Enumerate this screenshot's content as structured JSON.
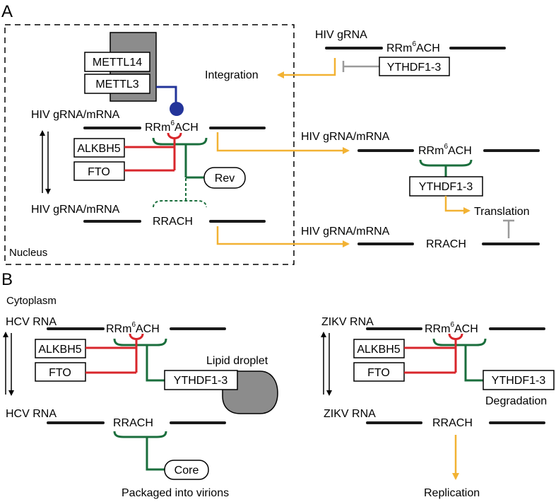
{
  "panels": {
    "a": "A",
    "b": "B"
  },
  "nucleus_label": "Nucleus",
  "cytoplasm_label": "Cytoplasm",
  "hiv": {
    "grna": "HIV gRNA",
    "grna_mrna": "HIV gRNA/mRNA",
    "integration": "Integration",
    "translation": "Translation"
  },
  "motifs": {
    "rrm6ach_pre": "RRm",
    "rrm6ach_sup": "6",
    "rrm6ach_post": "ACH",
    "rrach": "RRACH"
  },
  "proteins": {
    "mettl14": "METTL14",
    "mettl3": "METTL3",
    "alkbh5": "ALKBH5",
    "fto": "FTO",
    "rev": "Rev",
    "ythdf": "YTHDF1-3",
    "core": "Core"
  },
  "hcv": {
    "rna": "HCV RNA",
    "lipid_droplet": "Lipid droplet",
    "packaged": "Packaged into virions"
  },
  "zikv": {
    "rna": "ZIKV RNA",
    "degradation": "Degradation",
    "replication": "Replication"
  },
  "colors": {
    "red": "#d8262b",
    "green": "#1a6e3c",
    "orange": "#f2b233",
    "blue": "#23349a",
    "grey": "#9a9a9a",
    "mettl_grey": "#8c8c8c"
  }
}
